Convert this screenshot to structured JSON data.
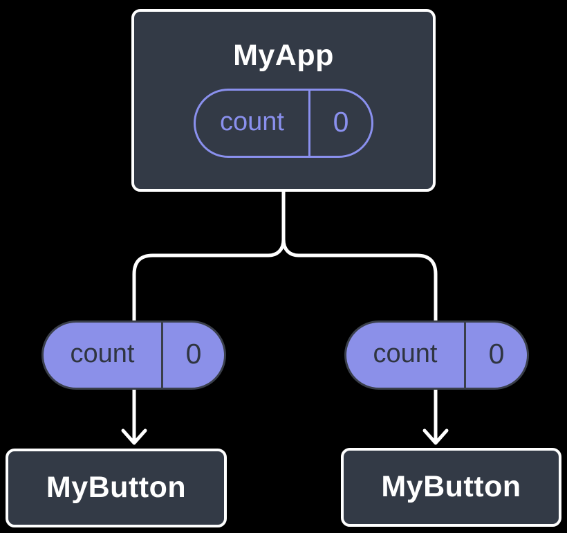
{
  "diagram": {
    "root_node": {
      "label": "MyApp",
      "state_pill": {
        "name": "count",
        "value": "0"
      }
    },
    "left_branch": {
      "prop_pill": {
        "name": "count",
        "value": "0"
      },
      "child_node": {
        "label": "MyButton"
      }
    },
    "right_branch": {
      "prop_pill": {
        "name": "count",
        "value": "0"
      },
      "child_node": {
        "label": "MyButton"
      }
    },
    "colors": {
      "background": "#000000",
      "node_background": "#333a46",
      "node_border": "#ffffff",
      "accent_purple_outline": "#8a90ee",
      "prop_pill_fill": "#8b90e9",
      "prop_pill_text": "#2f3540",
      "connector": "#ffffff"
    }
  }
}
